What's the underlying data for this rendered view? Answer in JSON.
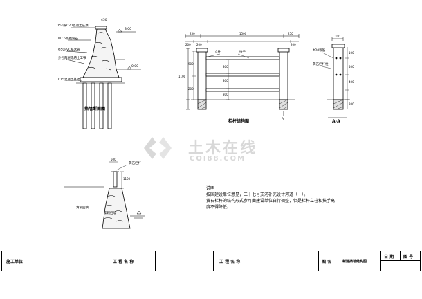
{
  "section_drawing": {
    "labels": {
      "coping": "150厚C20混凝土压顶",
      "mortar": "M7.5浆砌块石",
      "drain_pipe": "Φ50PVC排水管",
      "geotextile": "外包两层无纺土工布",
      "pile_cap": "C15混凝土基础",
      "dim_top": "450",
      "elev_top": "3.00",
      "elev_low": "0.00",
      "caption": "挡墙断面图"
    }
  },
  "railing_elevation": {
    "labels": {
      "dim_top_1": "250",
      "dim_top_2": "1500",
      "dim_top_3": "250",
      "dim_sub_1": "200",
      "dim_sub_2": "200",
      "dim_sub_3": "200",
      "post_label": "立柱",
      "handrail_label": "扶手",
      "dim_left_total": "1100",
      "dim_left_a": "900",
      "dim_left_b": "200",
      "dim_mid_1": "300",
      "dim_mid_2": "300",
      "dim_mid_3": "300",
      "section_mark": "A",
      "caption": "栏杆结构图"
    }
  },
  "section_aa": {
    "labels": {
      "top_dim": "200",
      "label_1": "Φ20钢筋",
      "label_2": "黄石栏杆柱",
      "dim_1": "100",
      "dim_2": "400",
      "dim_3": "400",
      "dim_4": "200",
      "caption": "A-A"
    }
  },
  "lower_section": {
    "labels": {
      "railing": "黄石栏杆",
      "top_dim": "500",
      "height_dim": "1100",
      "backfill": "清坡回填",
      "wall": "浆砌挡墙"
    }
  },
  "notes": {
    "heading": "说明",
    "line1": "按国建设单位意见，二十七号支河补充设计河道（一）。",
    "line2": "黄石栏杆的结构形式参可由建设单位自行调整，但是栏杆立柱和扶手高",
    "line3": "度不得降低。"
  },
  "watermark": {
    "text": "土木在线",
    "sub": "COI88.COM"
  },
  "title_block": {
    "construction_unit": "施工单位",
    "project_name_1": "工 程 名 称",
    "project_name_2": "工 程 名 称",
    "drawing_label": "图  名",
    "drawing_name": "新建挡墙结构图",
    "date_label": "日  期",
    "drawing_no_label": "图  号"
  }
}
